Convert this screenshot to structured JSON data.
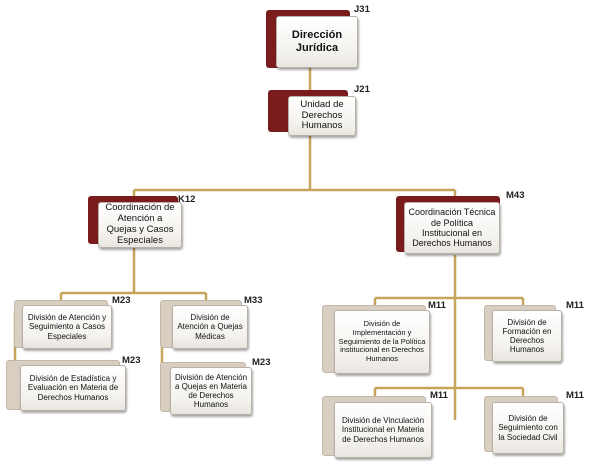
{
  "colors": {
    "connector": "#c6a55a",
    "dark_box": "#7a1c1c",
    "light_box": "#d8cfc2"
  },
  "nodes": {
    "direccion": {
      "label": "Dirección Jurídica",
      "code": "J31"
    },
    "unidad": {
      "label": "Unidad de Derechos Humanos",
      "code": "J21"
    },
    "coordinacion_quejas": {
      "label": "Coordinación de Atención a Quejas y Casos Especiales",
      "code": "K12"
    },
    "coordinacion_tecnica": {
      "label": "Coordinación Técnica de Política Institucional en Derechos Humanos",
      "code": "M43"
    },
    "div_atencion_casos": {
      "label": "División de Atención y Seguimiento a Casos Especiales",
      "code": "M23"
    },
    "div_estadistica": {
      "label": "División de Estadística y Evaluación en Materia de Derechos Humanos",
      "code": "M23"
    },
    "div_quejas_medicas": {
      "label": "División de Atención a Quejas Médicas",
      "code": "M33"
    },
    "div_atencion_quejas": {
      "label": "División de Atención a Quejas en Materia de Derechos Humanos",
      "code": "M23"
    },
    "div_implementacion": {
      "label": "División de Implementación y Seguimiento de la Política institucional en Derechos Humanos",
      "code": "M11"
    },
    "div_formacion": {
      "label": "División de Formación en Derechos Humanos",
      "code": "M11"
    },
    "div_vinculacion": {
      "label": "División de Vinculación Institucional en Materia de Derechos Humanos",
      "code": "M11"
    },
    "div_seguimiento_sociedad": {
      "label": "División de Seguimiento con la Sociedad Civil",
      "code": "M11"
    }
  }
}
